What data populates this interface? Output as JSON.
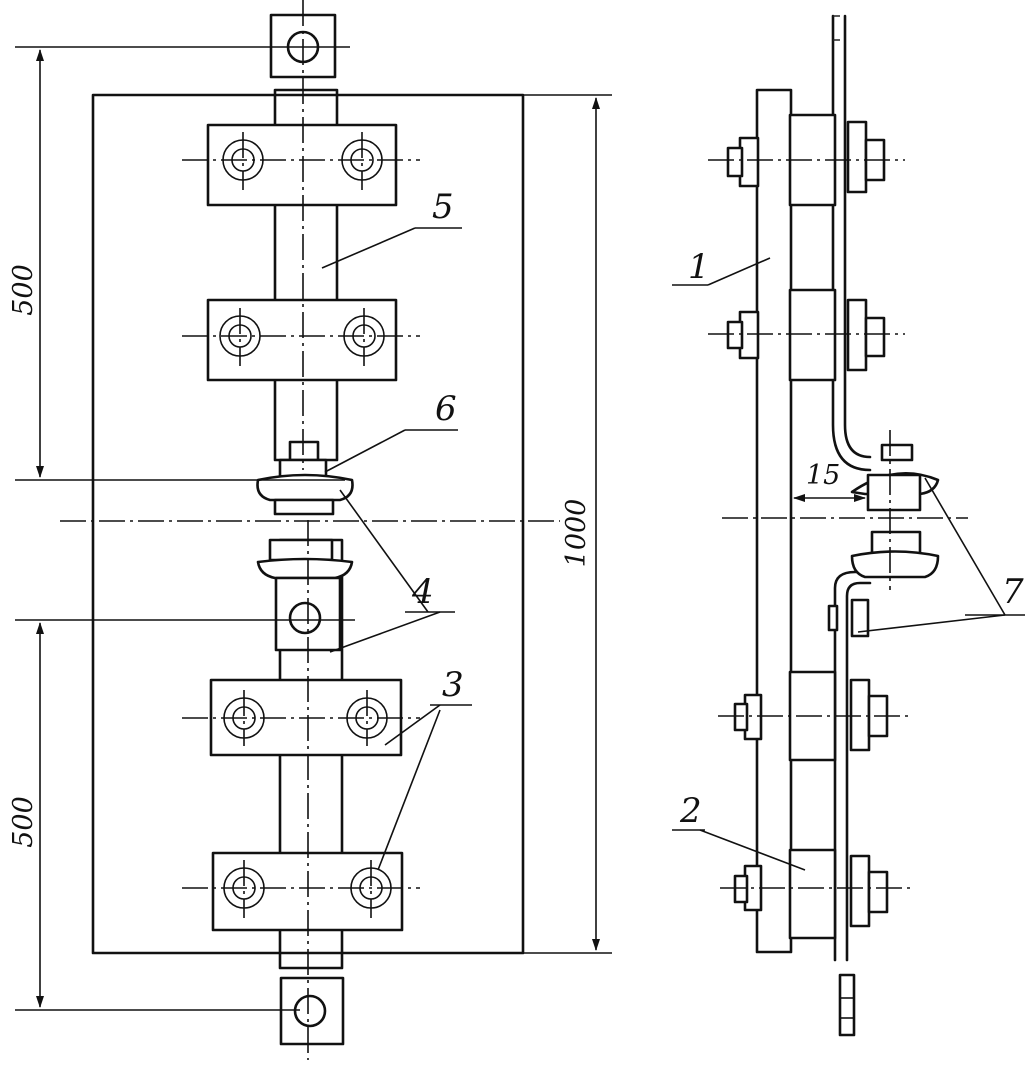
{
  "labels": {
    "bar_contact_upper": "5",
    "arc_horn": "6",
    "contact_pads": "4",
    "insulator_clamps": "3",
    "base_board": "1",
    "insulator": "2",
    "spring_contacts": "7"
  },
  "dimensions": {
    "upper_pitch": "500",
    "lower_pitch": "500",
    "total_height": "1000",
    "gap": "15"
  }
}
